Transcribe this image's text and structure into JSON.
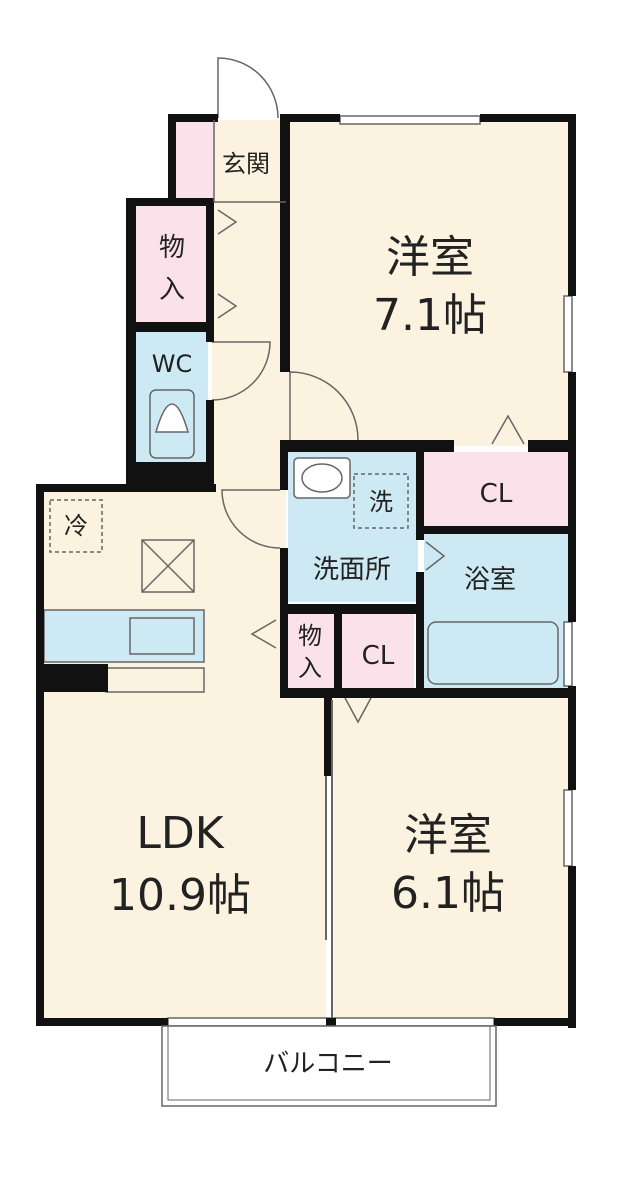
{
  "colors": {
    "wall": "#111111",
    "floor_room": "#fbf3df",
    "floor_wet": "#cde9f3",
    "floor_storage": "#fbe2ea",
    "line": "#666666",
    "balcony": "#ffffff"
  },
  "rooms": {
    "genkan": {
      "label": "玄関"
    },
    "storage_top": {
      "label_line1": "物",
      "label_line2": "入"
    },
    "wc": {
      "label": "WC"
    },
    "youshitsu_1": {
      "name": "洋室",
      "size": "7.1帖"
    },
    "cl_1": {
      "label": "CL"
    },
    "senmenjo": {
      "label": "洗面所"
    },
    "washer": {
      "label": "洗"
    },
    "bath": {
      "label": "浴室"
    },
    "fridge": {
      "label": "冷"
    },
    "storage_mid": {
      "label_line1": "物",
      "label_line2": "入"
    },
    "cl_2": {
      "label": "CL"
    },
    "ldk": {
      "name": "LDK",
      "size": "10.9帖"
    },
    "youshitsu_2": {
      "name": "洋室",
      "size": "6.1帖"
    },
    "balcony": {
      "label": "バルコニー"
    }
  }
}
